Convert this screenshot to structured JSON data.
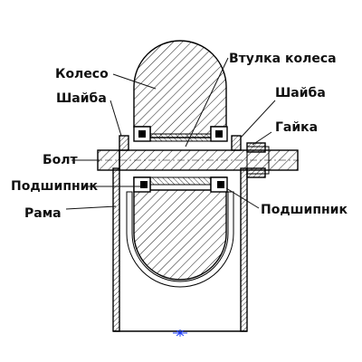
{
  "labels": {
    "wheel": "Колесо",
    "hub": "Втулка колеса",
    "washer_left": "Шайба",
    "washer_right": "Шайба",
    "nut": "Гайка",
    "bolt": "Болт",
    "bearing_left": "Подшипник",
    "bearing_right": "Подшипник",
    "frame": "Рама"
  },
  "colors": {
    "line": "#000000",
    "text": "#111111",
    "hatch": "#000000",
    "center_mark": "#1a3cff",
    "background": "#ffffff"
  },
  "icons": {
    "center_mark": "asterisk-center-mark"
  }
}
